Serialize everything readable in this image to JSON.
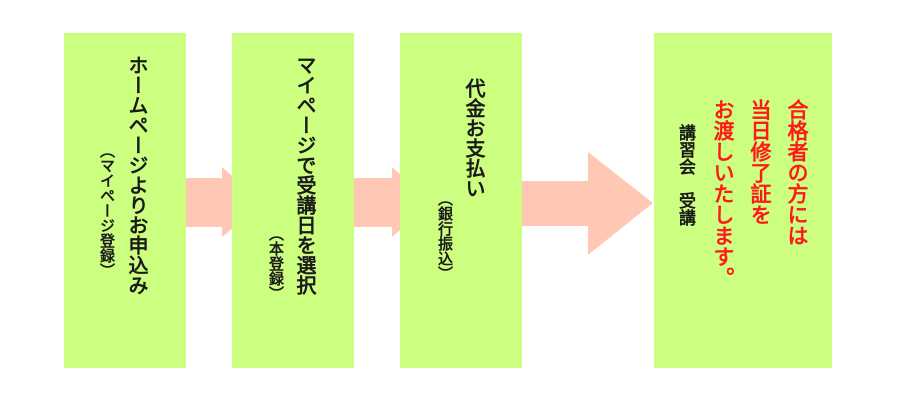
{
  "colors": {
    "box_fill": "#ccff80",
    "arrow_fill": "#ffc8b4",
    "text": "#1a1a1a",
    "highlight": "#ff1a1a"
  },
  "steps": [
    {
      "main": "ホームページよりお申込み",
      "sub": "（マイページ登録）"
    },
    {
      "main": "マイページで受講日を選択",
      "sub": "（本登録）"
    },
    {
      "main": "代金お支払い",
      "sub": "（銀行振込）"
    },
    {
      "lines_red": [
        "合格者の方には",
        "当日修了証を",
        "お渡しいたします。"
      ],
      "lines_black": [
        "講習会　受講"
      ]
    }
  ]
}
